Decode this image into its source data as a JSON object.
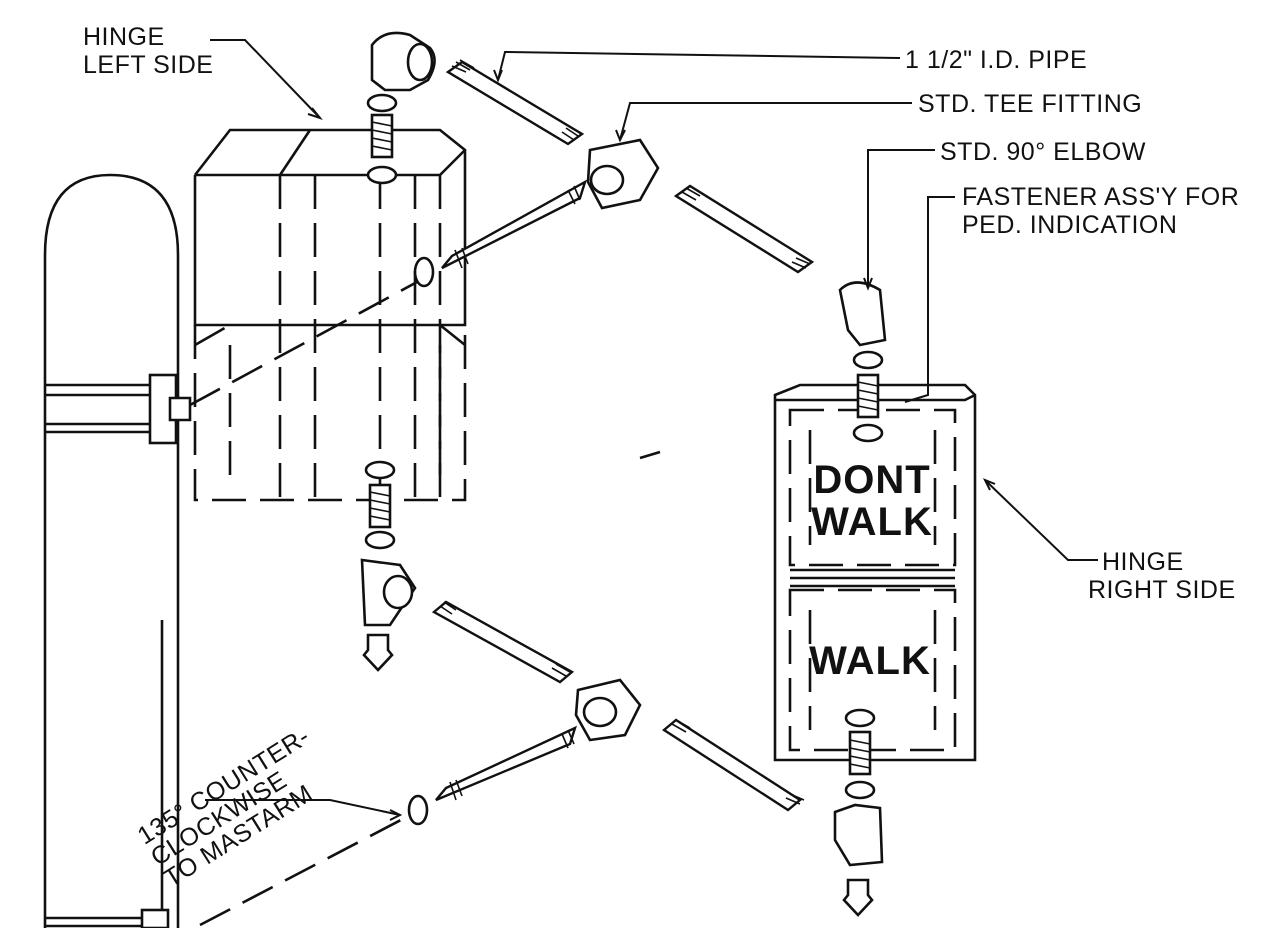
{
  "labels": {
    "hinge_left": [
      "HINGE",
      "LEFT SIDE"
    ],
    "pipe": "1 1/2\" I.D. PIPE",
    "tee": "STD. TEE FITTING",
    "elbow": "STD. 90° ELBOW",
    "fastener": [
      "FASTENER ASS'Y FOR",
      "PED. INDICATION"
    ],
    "hinge_right": [
      "HINGE",
      "RIGHT SIDE"
    ],
    "rotation_note": [
      "135° COUNTER-",
      "CLOCKWISE",
      "TO MASTARM"
    ]
  },
  "signal_head": {
    "upper": [
      "DONT",
      "WALK"
    ],
    "lower": "WALK"
  },
  "colors": {
    "ink": "#111111",
    "paper": "#ffffff"
  }
}
